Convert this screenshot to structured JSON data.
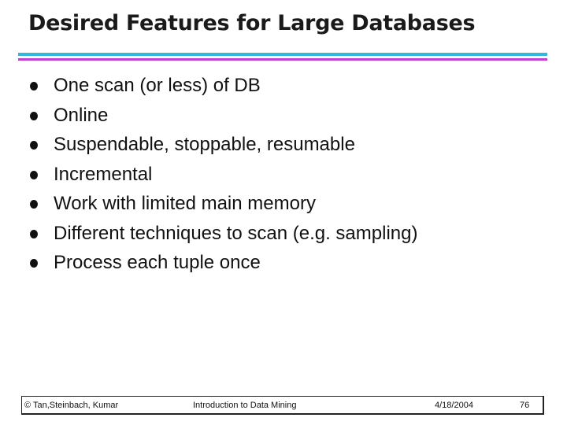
{
  "slide": {
    "title": "Desired Features for Large Databases",
    "bullets": [
      "One scan (or less) of DB",
      "Online",
      "Suspendable, stoppable, resumable",
      "Incremental",
      "Work with limited main memory",
      "Different techniques to scan (e.g. sampling)",
      "Process each tuple once"
    ]
  },
  "footer": {
    "copyright": "© Tan,Steinbach, Kumar",
    "course": "Introduction to Data Mining",
    "date": "4/18/2004",
    "page": "76"
  },
  "colors": {
    "rule_top": "#33b6e0",
    "rule_bottom": "#c040d0"
  }
}
